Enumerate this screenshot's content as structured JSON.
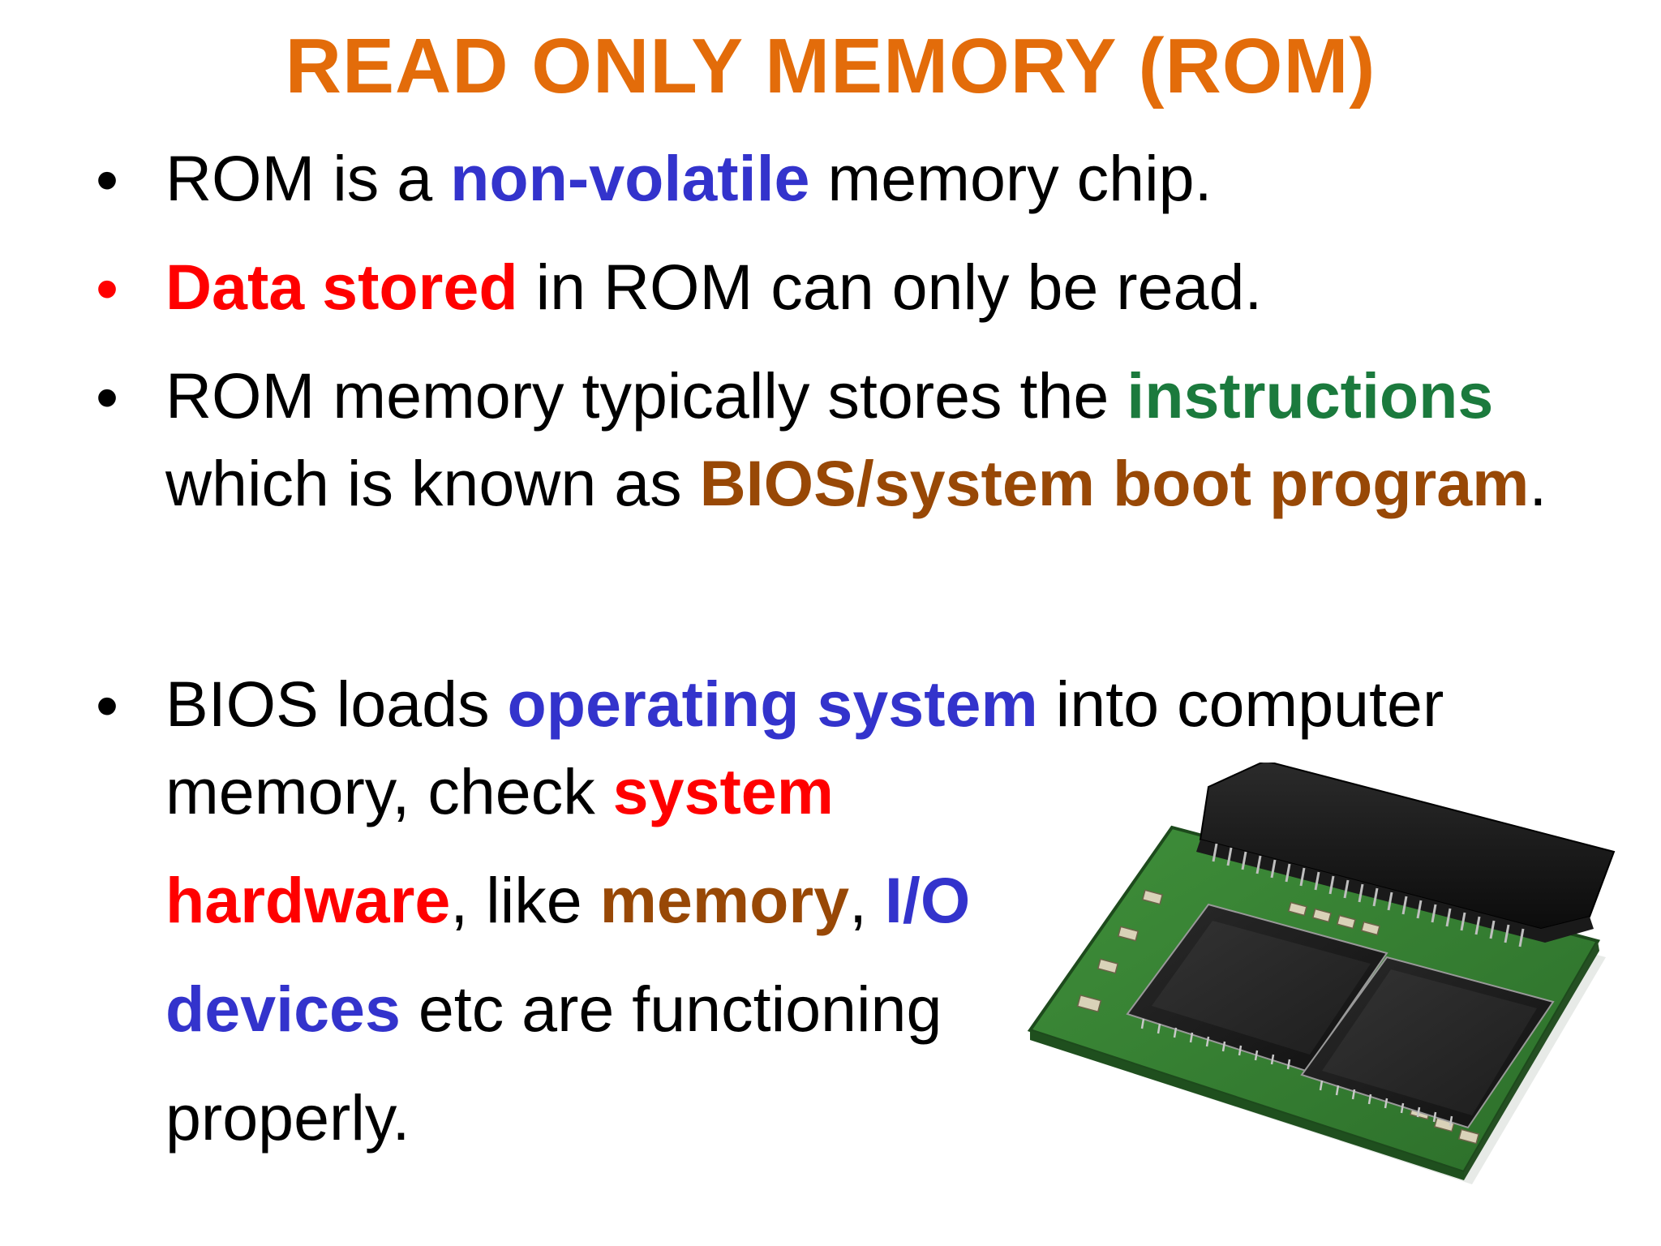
{
  "slide": {
    "title": "READ ONLY MEMORY (ROM)",
    "colors": {
      "title": "#E36C0A",
      "blue": "#3333CC",
      "red": "#FF0000",
      "green": "#1B7A3D",
      "brown": "#984806",
      "bullet_default": "#000000",
      "bullet_red": "#FF0000"
    },
    "bullet_glyph": "•",
    "b1": {
      "t1": "ROM is a ",
      "hl1": "non-volatile",
      "t2": " memory chip."
    },
    "b2": {
      "hl1": "Data stored",
      "t1": " in ROM can only be read."
    },
    "b3": {
      "t1": "ROM memory typically stores the ",
      "hl1": "instructions",
      "t2": "which is known as ",
      "hl2": "BIOS/system boot program",
      "t3": "."
    },
    "b4": {
      "t1": "BIOS loads ",
      "hl1": "operating system",
      "t2": " into computer",
      "t3": "memory, check ",
      "hl2": "system",
      "hl3": "hardware",
      "t4": ", like ",
      "hl4": "memory",
      "t5": ", ",
      "hl5": "I/O",
      "hl6": "devices",
      "t6": " etc are functioning",
      "t7": "properly."
    },
    "image": {
      "icon": "memory-chip-board-icon"
    }
  }
}
